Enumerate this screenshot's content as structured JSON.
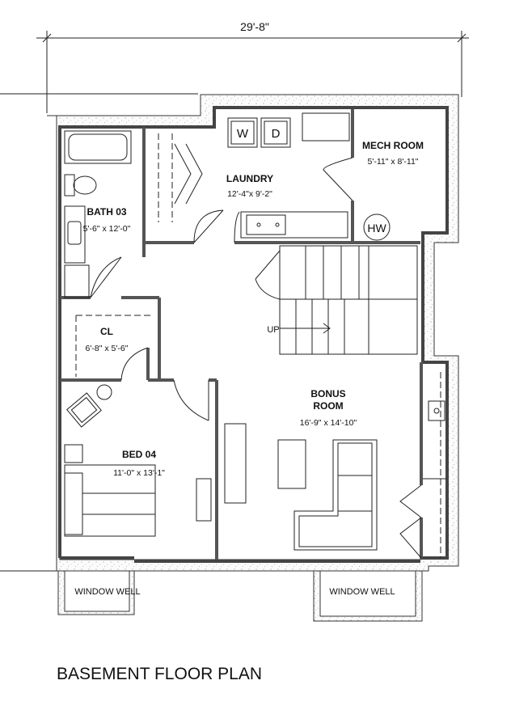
{
  "plan": {
    "title": "BASEMENT FLOOR PLAN",
    "overall_width": "29'-8\"",
    "rooms": {
      "laundry": {
        "name": "LAUNDRY",
        "size": "12'-4\"x 9'-2\""
      },
      "mech": {
        "name": "MECH ROOM",
        "size": "5'-11\" x 8'-11\""
      },
      "bath": {
        "name": "BATH 03",
        "size": "5'-6\" x 12'-0\""
      },
      "closet": {
        "name": "CL",
        "size": "6'-8\" x 5'-6\""
      },
      "bed": {
        "name": "BED 04",
        "size": "11'-0\" x 13'-1\""
      },
      "bonus": {
        "name": "BONUS",
        "name2": "ROOM",
        "size": "16'-9\" x 14'-10\""
      }
    },
    "appliances": {
      "washer": "W",
      "dryer": "D",
      "water_heater": "HW"
    },
    "stair_label": "UP",
    "window_well": "WINDOW WELL"
  },
  "colors": {
    "wall": "#555555",
    "line": "#222222",
    "background": "#ffffff"
  }
}
